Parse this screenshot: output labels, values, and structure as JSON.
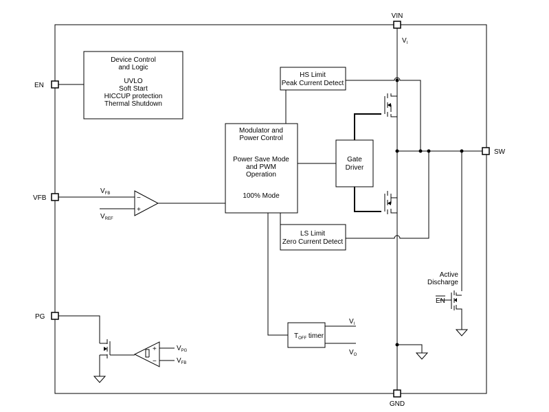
{
  "pins": {
    "vin": "VIN",
    "gnd": "GND",
    "en": "EN",
    "vfb": "VFB",
    "pg": "PG",
    "sw": "SW"
  },
  "blocks": {
    "device_control": [
      "Device Control",
      "and Logic",
      "",
      "UVLO",
      "Soft Start",
      "HICCUP protection",
      "Thermal Shutdown"
    ],
    "modulator": [
      "Modulator and",
      "Power Control",
      "",
      "Power Save Mode",
      "and PWM",
      "Operation",
      "",
      "100% Mode"
    ],
    "hs_limit": [
      "HS Limit",
      "Peak Current Detect"
    ],
    "ls_limit": [
      "LS Limit",
      "Zero Current Detect"
    ],
    "gate_driver": [
      "Gate",
      "Driver"
    ],
    "toff_timer": {
      "main": "T",
      "sub": "OFF",
      "suffix": " timer"
    },
    "active_discharge": [
      "Active",
      "Discharge"
    ]
  },
  "signals": {
    "vi_top": {
      "main": "V",
      "sub": "I"
    },
    "vfb_in": {
      "main": "V",
      "sub": "FB"
    },
    "vref_in": {
      "main": "V",
      "sub": "REF"
    },
    "vpg": {
      "main": "V",
      "sub": "PG"
    },
    "vfb_pg": {
      "main": "V",
      "sub": "FB"
    },
    "vi_toff": {
      "main": "V",
      "sub": "I"
    },
    "vo_toff": {
      "main": "V",
      "sub": "O"
    },
    "en_bar": "EN",
    "minus": "−",
    "plus": "+"
  }
}
